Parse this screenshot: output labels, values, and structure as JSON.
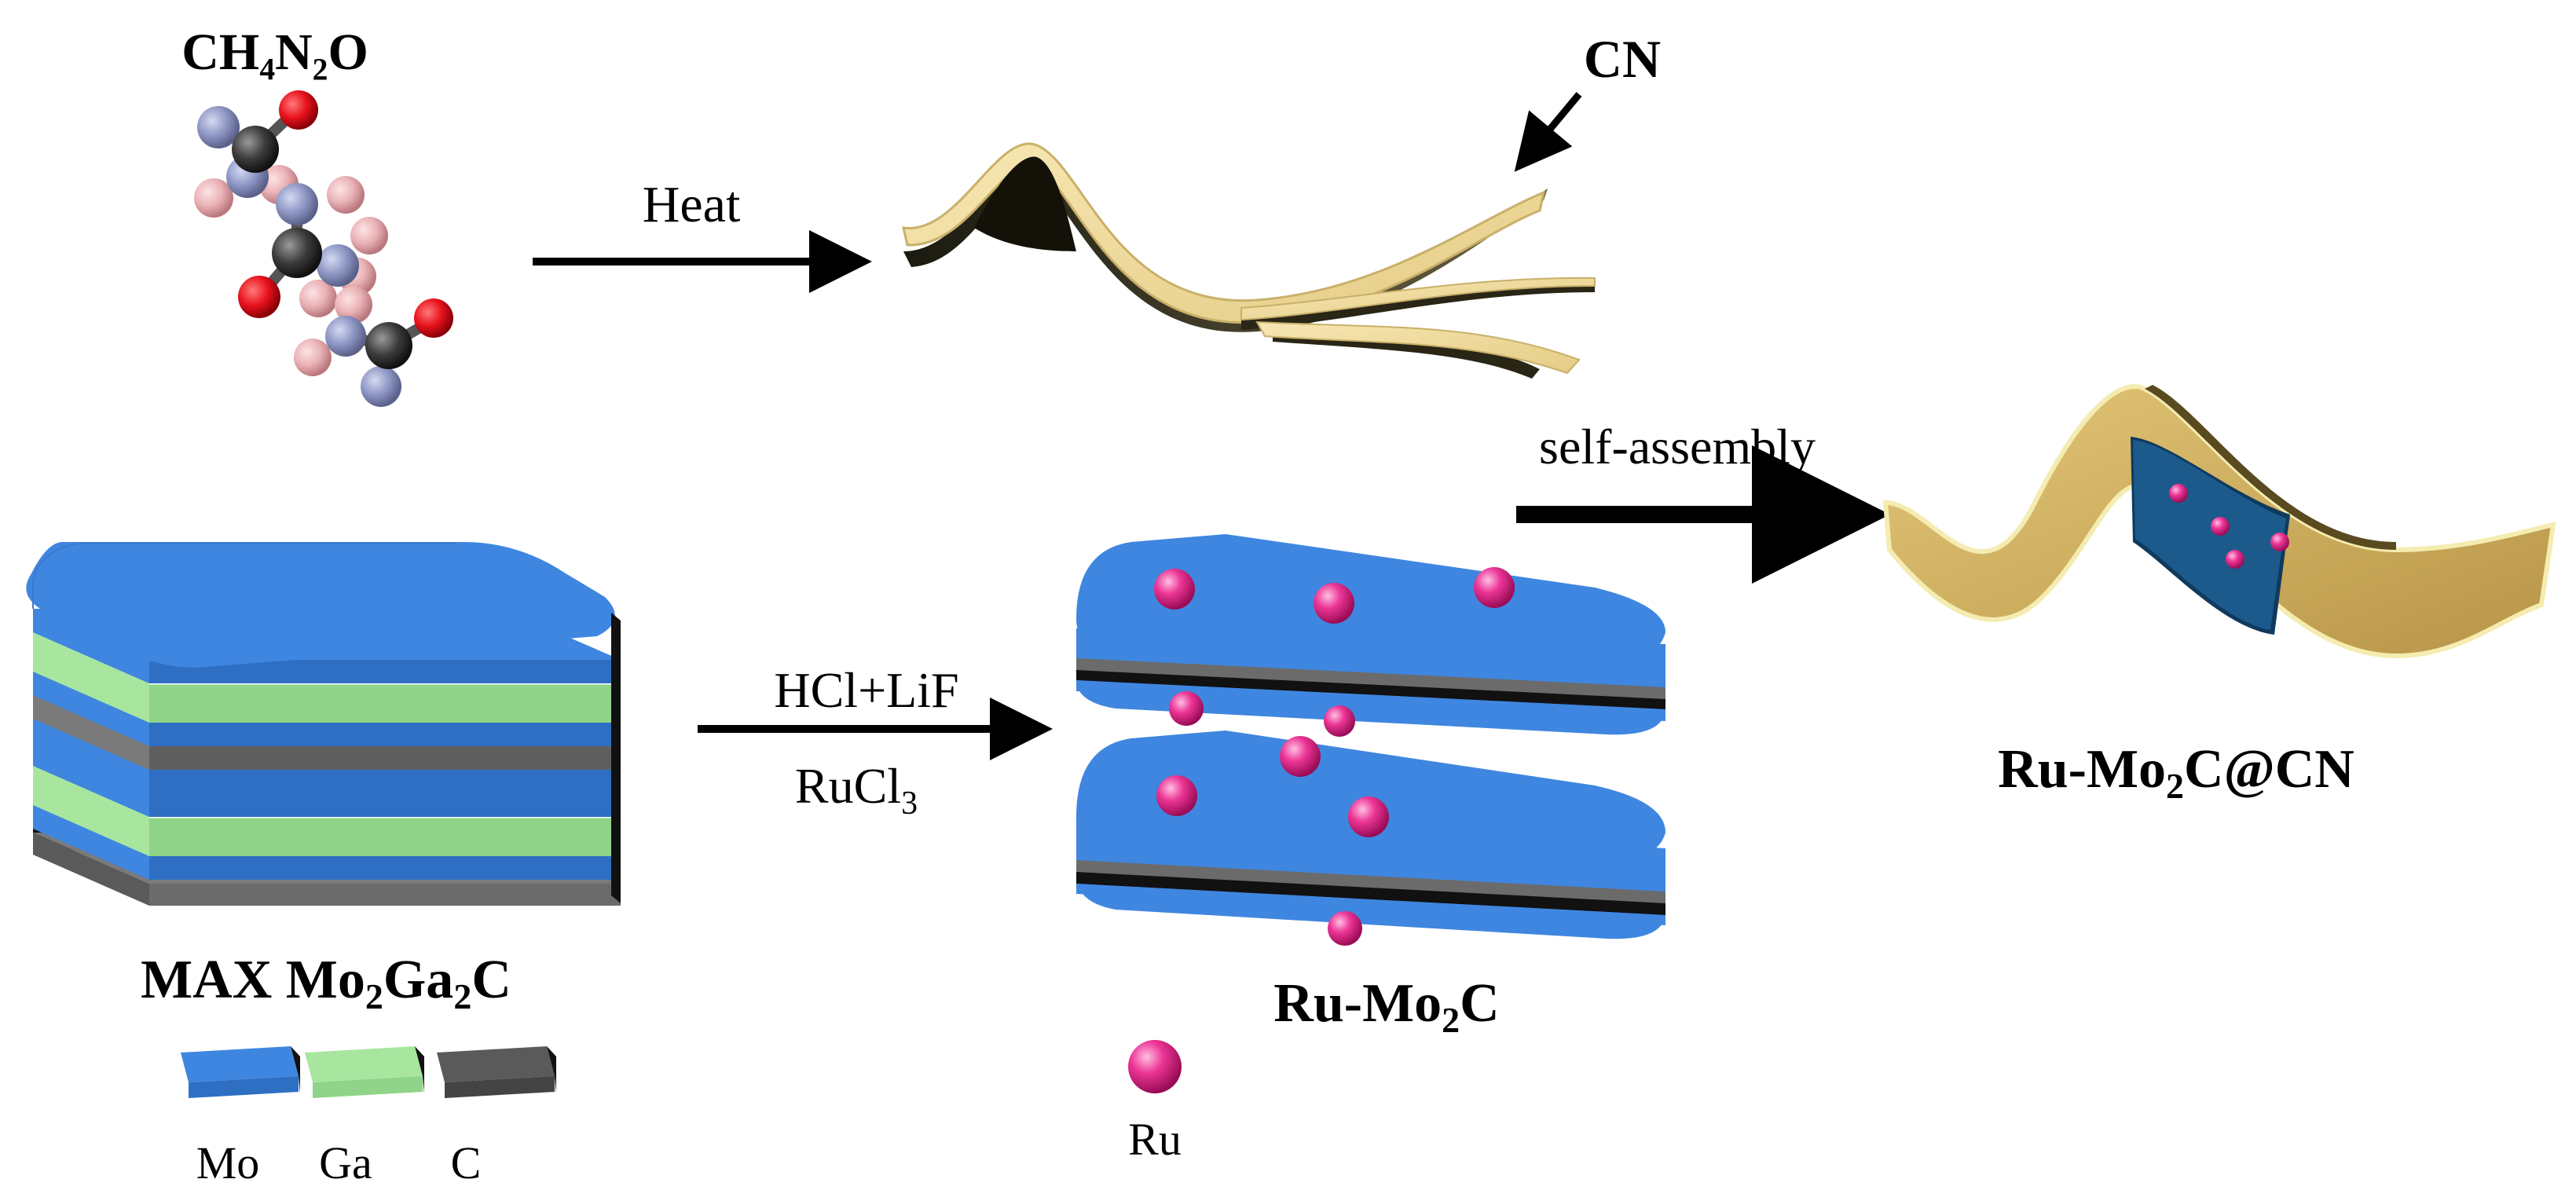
{
  "labels": {
    "precursor": "CH₄N₂O",
    "heat": "Heat",
    "cn": "CN",
    "self_assembly": "self-assembly",
    "max_prefix": "MAX Mo",
    "max_sub1": "2",
    "max_mid": "Ga",
    "max_sub2": "2",
    "max_suffix": "C",
    "etch_line1": "HCl+LiF",
    "etch_line2_main": "RuCl",
    "etch_line2_sub": "3",
    "ru_mo2c_prefix": "Ru-Mo",
    "ru_mo2c_sub": "2",
    "ru_mo2c_suffix": "C",
    "final_prefix": "Ru-Mo",
    "final_sub": "2",
    "final_suffix": "C@CN",
    "legend_mo": "Mo",
    "legend_ga": "Ga",
    "legend_c": "C",
    "legend_ru": "Ru"
  },
  "colors": {
    "mo_layer": "#3f86e0",
    "ga_layer": "#a8e6a0",
    "c_layer": "#6b6b6b",
    "ru_atom": "#e0248c",
    "cn_sheet": "#efd896",
    "oxygen_atom": "#e8121c",
    "nitrogen_atom": "#8e97c4",
    "carbon_atom": "#3c3c3c",
    "hydrogen_atom": "#eab2b6",
    "arrow": "#000000"
  }
}
